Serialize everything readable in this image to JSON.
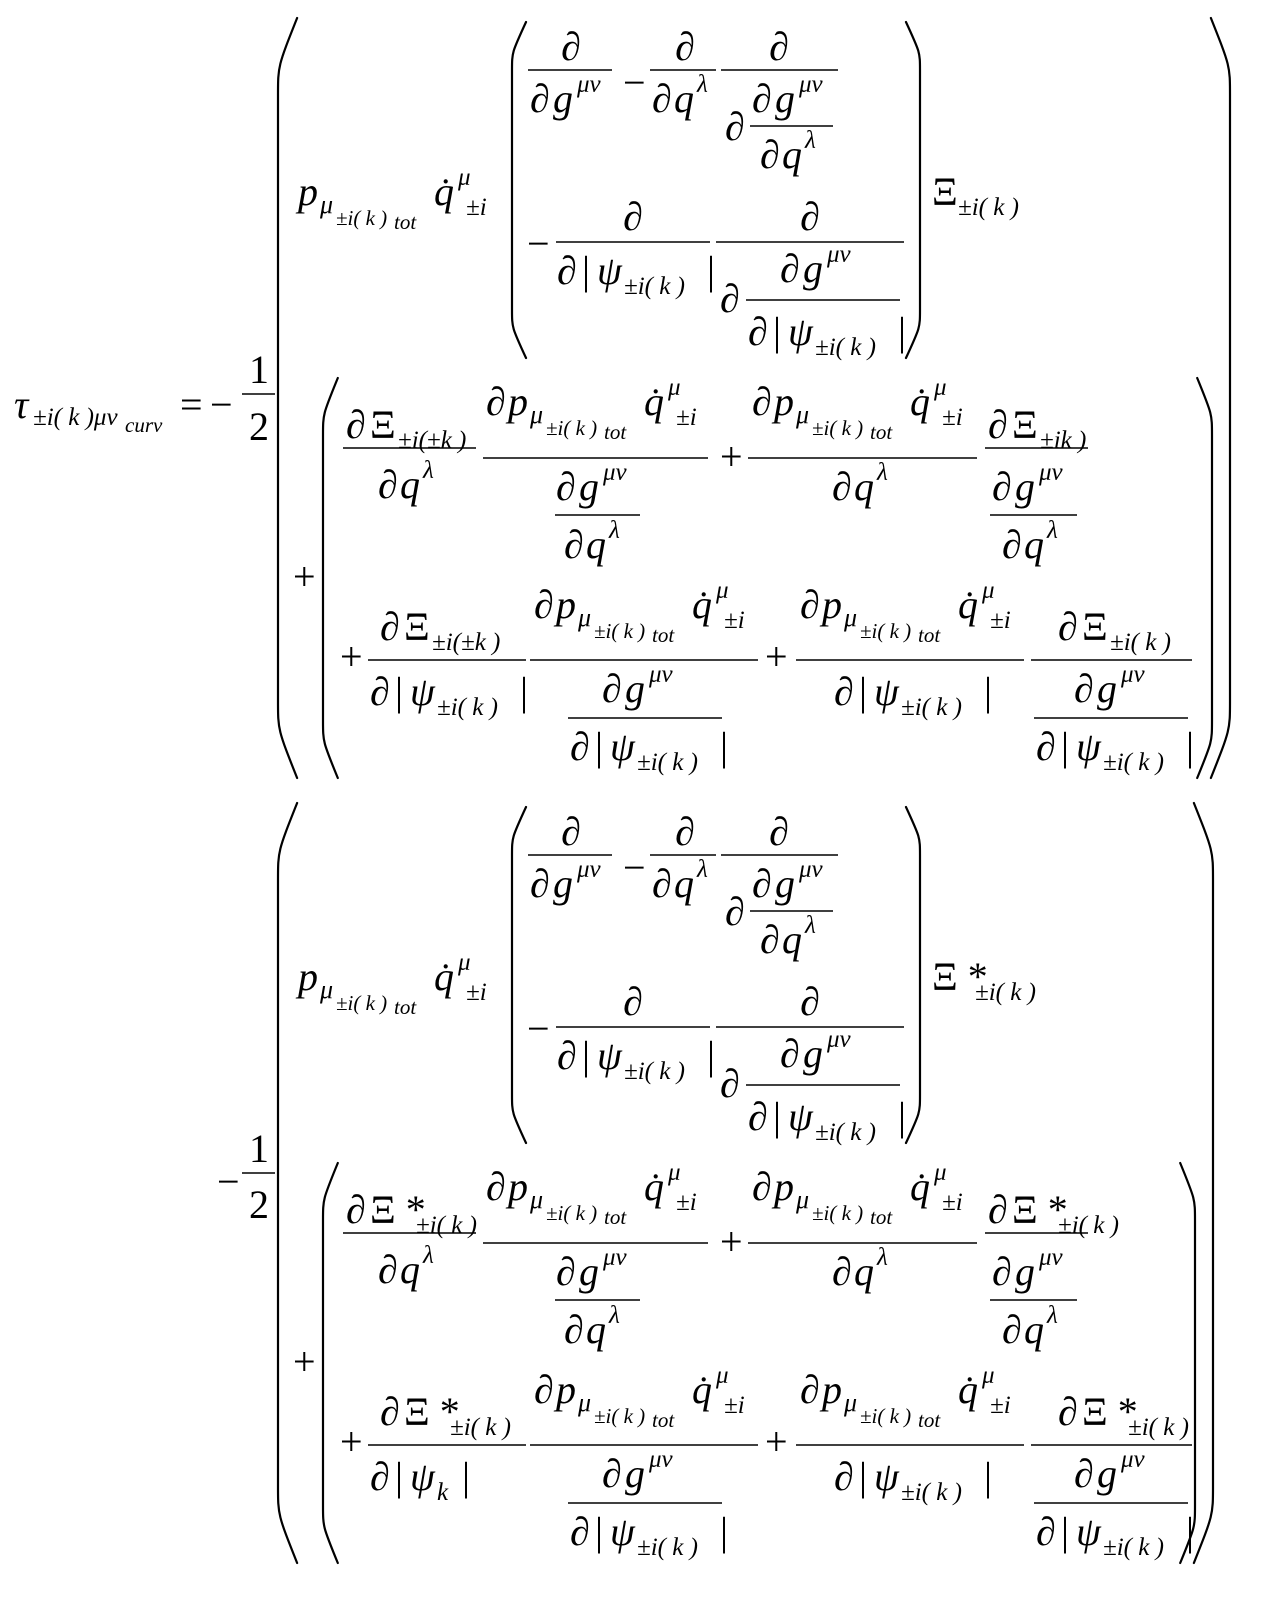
{
  "equation": {
    "lhs": {
      "tau": "τ",
      "tau_sub": "±i( k )μν",
      "tau_subsub": "curv",
      "equals": "=",
      "sign": "−"
    },
    "coef": {
      "num": "1",
      "den": "2",
      "minus": "−"
    },
    "sym": {
      "d": "∂",
      "p": "p",
      "mu": "μ",
      "p_sub_tail": "±i( k )",
      "tot": "tot",
      "qdot": "q̇",
      "pm_i": "±i",
      "g": "g",
      "munu": "μν",
      "q": "q",
      "lambda": "λ",
      "bar": "|",
      "psi": "ψ",
      "psi_sub": "±i( k )",
      "psi_k": "k",
      "Xi": "Ξ",
      "Xi_star": "Ξ *",
      "Xi_sub_a": "±i( k )",
      "Xi_sub_b": "±i(±k )",
      "Xi_sub_c": "±ik )",
      "Xi_sub_d": "±i(±k",
      "plus": "+",
      "minus": "−"
    }
  }
}
